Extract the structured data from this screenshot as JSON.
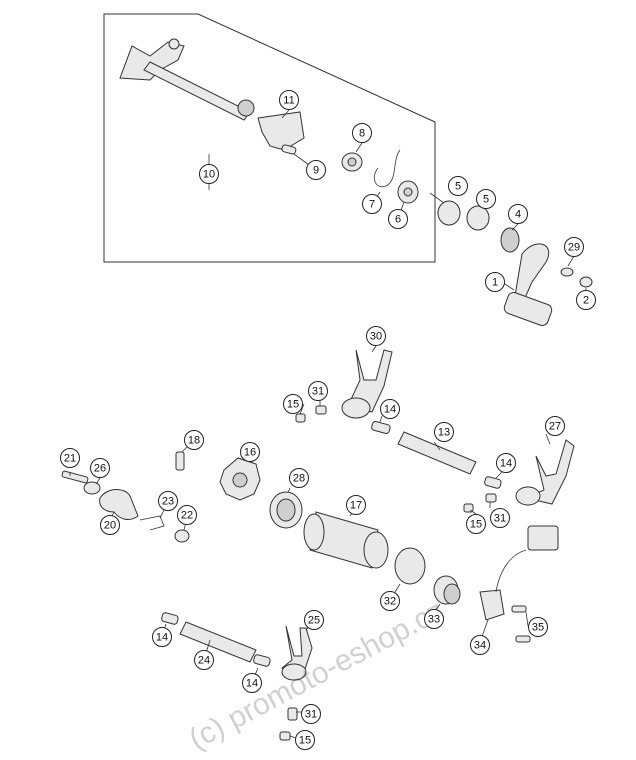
{
  "watermark": "(c) promoto-eshop.cz",
  "callouts": [
    {
      "id": "c1",
      "label": "1"
    },
    {
      "id": "c2",
      "label": "2"
    },
    {
      "id": "c4",
      "label": "4"
    },
    {
      "id": "c5a",
      "label": "5"
    },
    {
      "id": "c5b",
      "label": "5"
    },
    {
      "id": "c6",
      "label": "6"
    },
    {
      "id": "c7",
      "label": "7"
    },
    {
      "id": "c8",
      "label": "8"
    },
    {
      "id": "c9",
      "label": "9"
    },
    {
      "id": "c10",
      "label": "10"
    },
    {
      "id": "c11",
      "label": "11"
    },
    {
      "id": "c13",
      "label": "13"
    },
    {
      "id": "c14a",
      "label": "14"
    },
    {
      "id": "c14b",
      "label": "14"
    },
    {
      "id": "c14c",
      "label": "14"
    },
    {
      "id": "c14d",
      "label": "14"
    },
    {
      "id": "c15a",
      "label": "15"
    },
    {
      "id": "c15b",
      "label": "15"
    },
    {
      "id": "c15c",
      "label": "15"
    },
    {
      "id": "c16",
      "label": "16"
    },
    {
      "id": "c17",
      "label": "17"
    },
    {
      "id": "c18",
      "label": "18"
    },
    {
      "id": "c20",
      "label": "20"
    },
    {
      "id": "c21",
      "label": "21"
    },
    {
      "id": "c22",
      "label": "22"
    },
    {
      "id": "c23",
      "label": "23"
    },
    {
      "id": "c24",
      "label": "24"
    },
    {
      "id": "c25",
      "label": "25"
    },
    {
      "id": "c26",
      "label": "26"
    },
    {
      "id": "c27",
      "label": "27"
    },
    {
      "id": "c28",
      "label": "28"
    },
    {
      "id": "c29",
      "label": "29"
    },
    {
      "id": "c30",
      "label": "30"
    },
    {
      "id": "c31a",
      "label": "31"
    },
    {
      "id": "c31b",
      "label": "31"
    },
    {
      "id": "c31c",
      "label": "31"
    },
    {
      "id": "c32",
      "label": "32"
    },
    {
      "id": "c33",
      "label": "33"
    },
    {
      "id": "c34",
      "label": "34"
    },
    {
      "id": "c35",
      "label": "35"
    }
  ],
  "colors": {
    "accent_part": "#e3a56b",
    "outline": "#333333"
  }
}
